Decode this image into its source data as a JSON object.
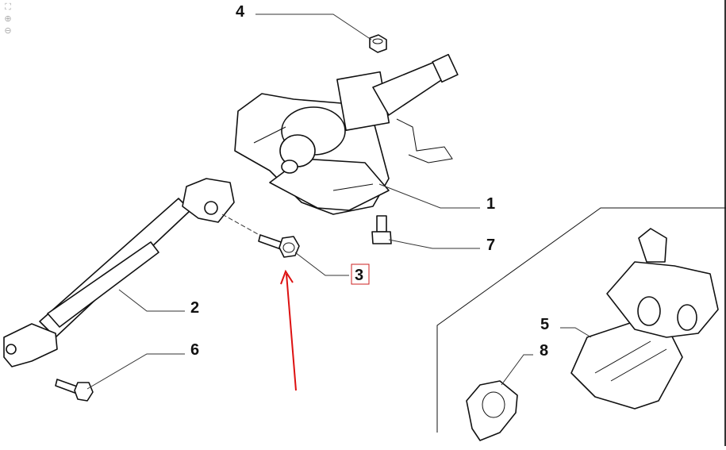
{
  "toolbar": {
    "fit_icon": "fit-screen-icon",
    "zoom_in_icon": "zoom-in-icon",
    "zoom_out_icon": "zoom-out-icon"
  },
  "callouts": [
    {
      "id": "1",
      "part": "steering-column"
    },
    {
      "id": "2",
      "part": "intermediate-shaft"
    },
    {
      "id": "3",
      "part": "flange-bolt",
      "highlighted": true
    },
    {
      "id": "4",
      "part": "nut"
    },
    {
      "id": "5",
      "part": "bracket"
    },
    {
      "id": "6",
      "part": "flange-bolt"
    },
    {
      "id": "7",
      "part": "bolt"
    },
    {
      "id": "8",
      "part": "clip"
    }
  ],
  "colors": {
    "highlight": "#cc2222",
    "arrow": "#dd1111",
    "line": "#111111"
  }
}
